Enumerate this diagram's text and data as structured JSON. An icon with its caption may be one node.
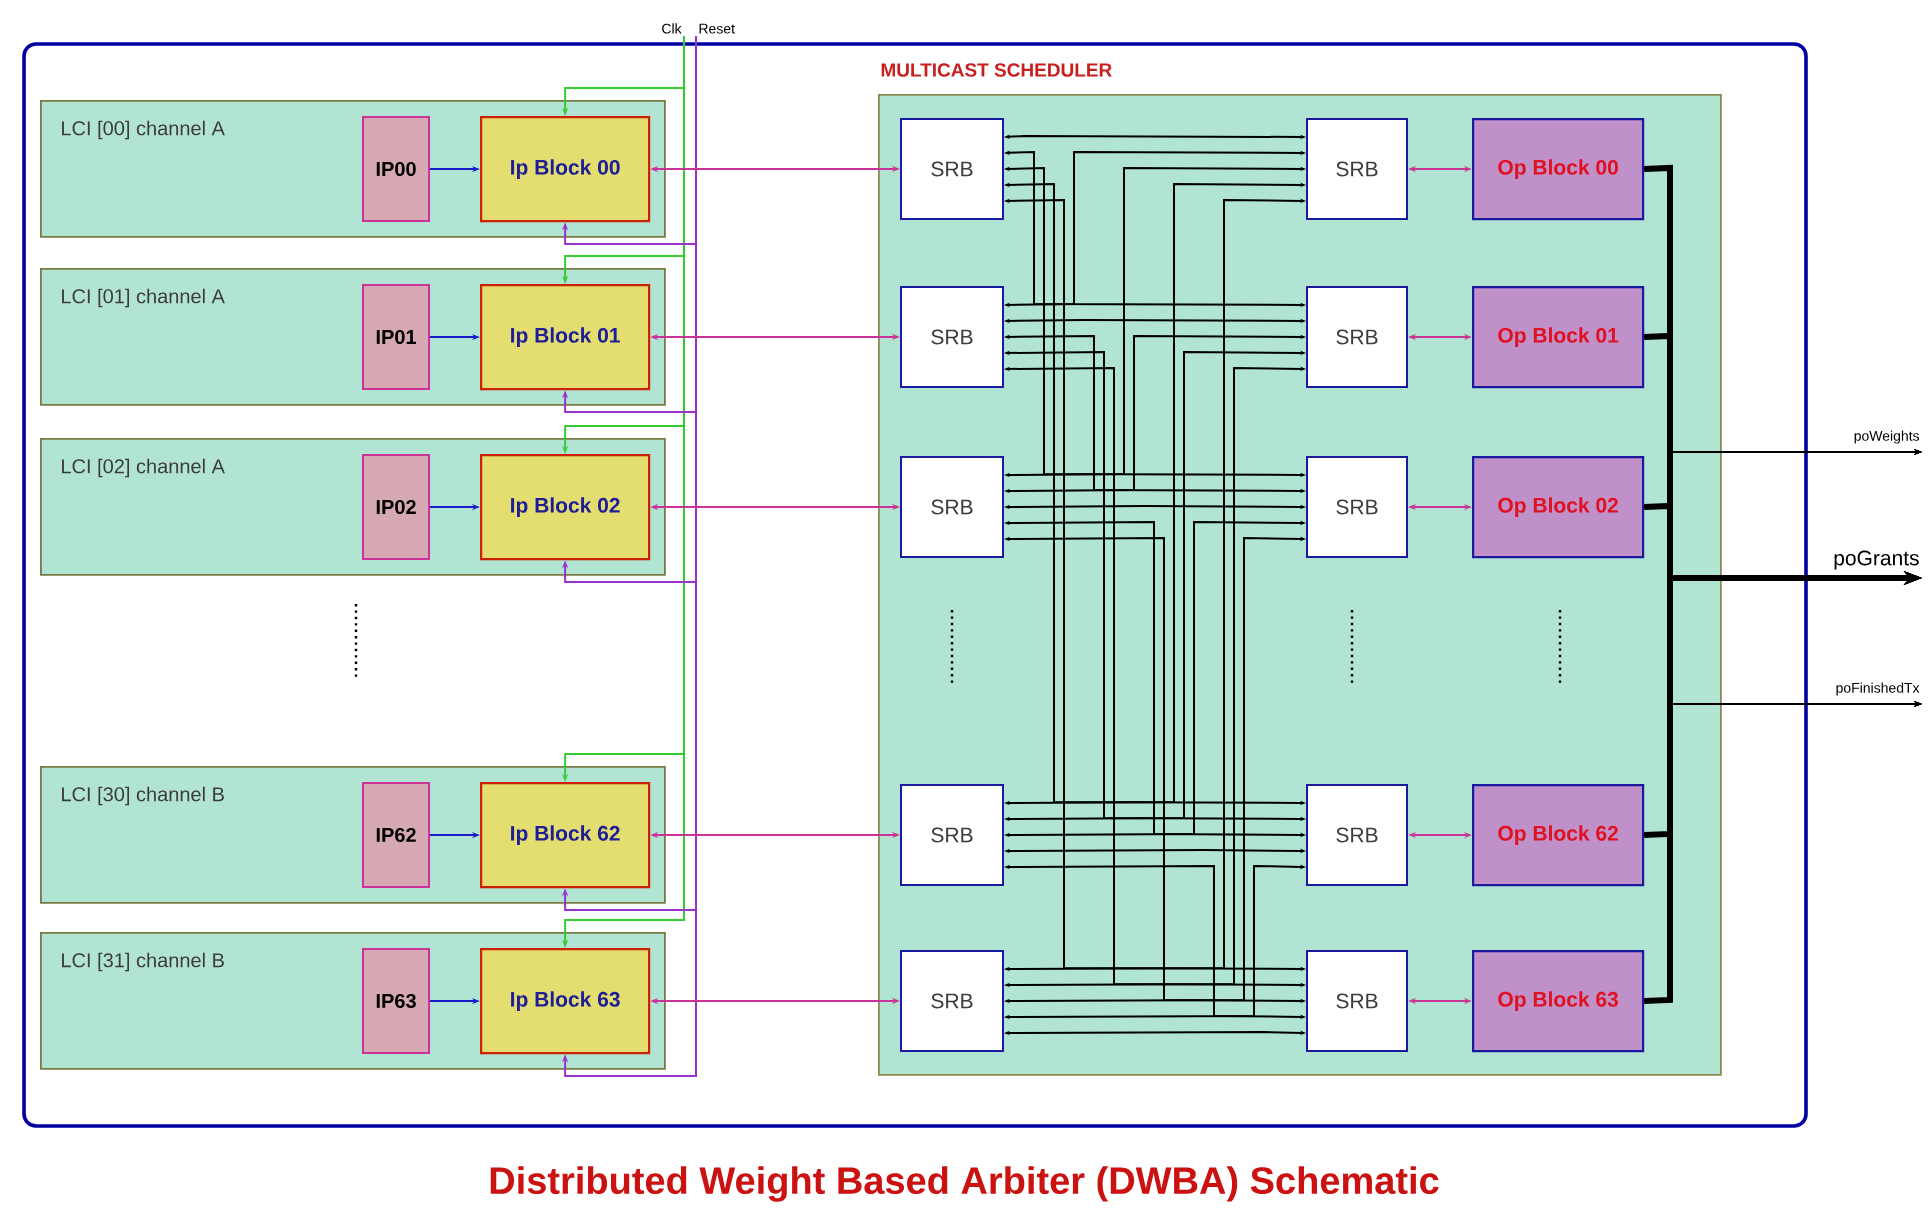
{
  "diagram": {
    "caption": "Distributed Weight Based Arbiter (DWBA) Schematic",
    "nodes": [
      {
        "text": [
          "Clk"
        ]
      },
      {
        "text": [
          "Reset"
        ]
      },
      {
        "text": [
          "LCI [00] channel A"
        ]
      },
      {
        "text": [
          "IP00"
        ],
        "in": 2
      },
      {
        "text": [
          "Ip Block 00"
        ],
        "in": 2
      },
      {
        "text": [
          "LCI [01] channel A"
        ]
      },
      {
        "text": [
          "IP01"
        ],
        "in": 5
      },
      {
        "text": [
          "Ip Block 01"
        ],
        "in": 5
      },
      {
        "text": [
          "LCI [02] channel A"
        ]
      },
      {
        "text": [
          "IP02"
        ],
        "in": 8
      },
      {
        "text": [
          "Ip Block 02"
        ],
        "in": 8
      },
      {
        "text": [
          "LCI [30] channel B"
        ]
      },
      {
        "text": [
          "IP62"
        ],
        "in": 11
      },
      {
        "text": [
          "Ip Block 62"
        ],
        "in": 11
      },
      {
        "text": [
          "LCI [31] channel B"
        ]
      },
      {
        "text": [
          "IP63"
        ],
        "in": 14
      },
      {
        "text": [
          "Ip Block 63"
        ],
        "in": 14
      },
      {
        "text": [
          "MULTICAST SCHEDULER"
        ]
      },
      {
        "text": [
          "SRB"
        ],
        "in": 17
      },
      {
        "text": [
          "SRB"
        ],
        "in": 17
      },
      {
        "text": [
          "Op Block 00"
        ],
        "in": 17
      },
      {
        "text": [
          "SRB"
        ],
        "in": 17
      },
      {
        "text": [
          "SRB"
        ],
        "in": 17
      },
      {
        "text": [
          "Op Block 01"
        ],
        "in": 17
      },
      {
        "text": [
          "SRB"
        ],
        "in": 17
      },
      {
        "text": [
          "SRB"
        ],
        "in": 17
      },
      {
        "text": [
          "Op Block 02"
        ],
        "in": 17
      },
      {
        "text": [
          "SRB"
        ],
        "in": 17
      },
      {
        "text": [
          "SRB"
        ],
        "in": 17
      },
      {
        "text": [
          "Op Block 62"
        ],
        "in": 17
      },
      {
        "text": [
          "SRB"
        ],
        "in": 17
      },
      {
        "text": [
          "SRB"
        ],
        "in": 17
      },
      {
        "text": [
          "Op Block 63"
        ],
        "in": 17
      },
      {
        "text": [
          "poWeights"
        ]
      },
      {
        "text": [
          "poGrants"
        ]
      },
      {
        "text": [
          "poFinishedTx"
        ]
      }
    ],
    "edges": [
      {
        "from": 3,
        "to": 4,
        "arrow": "to",
        "color": "#1a1acc"
      },
      {
        "from": 6,
        "to": 7,
        "arrow": "to",
        "color": "#1a1acc"
      },
      {
        "from": 9,
        "to": 10,
        "arrow": "to",
        "color": "#1a1acc"
      },
      {
        "from": 12,
        "to": 13,
        "arrow": "to",
        "color": "#1a1acc"
      },
      {
        "from": 15,
        "to": 16,
        "arrow": "to",
        "color": "#1a1acc"
      },
      {
        "from": 0,
        "to": 4,
        "arrow": "to",
        "color": "#33cc33"
      },
      {
        "from": 0,
        "to": 7,
        "arrow": "to",
        "color": "#33cc33"
      },
      {
        "from": 0,
        "to": 10,
        "arrow": "to",
        "color": "#33cc33"
      },
      {
        "from": 0,
        "to": 13,
        "arrow": "to",
        "color": "#33cc33"
      },
      {
        "from": 0,
        "to": 16,
        "arrow": "to",
        "color": "#33cc33"
      },
      {
        "from": 1,
        "to": 4,
        "arrow": "to",
        "color": "#9933cc"
      },
      {
        "from": 1,
        "to": 7,
        "arrow": "to",
        "color": "#9933cc"
      },
      {
        "from": 1,
        "to": 10,
        "arrow": "to",
        "color": "#9933cc"
      },
      {
        "from": 1,
        "to": 13,
        "arrow": "to",
        "color": "#9933cc"
      },
      {
        "from": 1,
        "to": 16,
        "arrow": "to",
        "color": "#9933cc"
      },
      {
        "from": 4,
        "to": 18,
        "arrow": "both",
        "color": "#cc3399"
      },
      {
        "from": 7,
        "to": 21,
        "arrow": "both",
        "color": "#cc3399"
      },
      {
        "from": 10,
        "to": 24,
        "arrow": "both",
        "color": "#cc3399"
      },
      {
        "from": 13,
        "to": 27,
        "arrow": "both",
        "color": "#cc3399"
      },
      {
        "from": 16,
        "to": 30,
        "arrow": "both",
        "color": "#cc3399"
      },
      {
        "from": 19,
        "to": 20,
        "arrow": "both",
        "color": "#cc3399"
      },
      {
        "from": 22,
        "to": 23,
        "arrow": "both",
        "color": "#cc3399"
      },
      {
        "from": 25,
        "to": 26,
        "arrow": "both",
        "color": "#cc3399"
      },
      {
        "from": 28,
        "to": 29,
        "arrow": "both",
        "color": "#cc3399"
      },
      {
        "from": 31,
        "to": 32,
        "arrow": "both",
        "color": "#cc3399"
      },
      {
        "from": 18,
        "to": 19,
        "arrow": "both"
      },
      {
        "from": 18,
        "to": 22,
        "arrow": "both"
      },
      {
        "from": 18,
        "to": 25,
        "arrow": "both"
      },
      {
        "from": 18,
        "to": 28,
        "arrow": "both"
      },
      {
        "from": 18,
        "to": 31,
        "arrow": "both"
      },
      {
        "from": 21,
        "to": 19,
        "arrow": "both"
      },
      {
        "from": 21,
        "to": 22,
        "arrow": "both"
      },
      {
        "from": 21,
        "to": 25,
        "arrow": "both"
      },
      {
        "from": 21,
        "to": 28,
        "arrow": "both"
      },
      {
        "from": 21,
        "to": 31,
        "arrow": "both"
      },
      {
        "from": 24,
        "to": 19,
        "arrow": "both"
      },
      {
        "from": 24,
        "to": 22,
        "arrow": "both"
      },
      {
        "from": 24,
        "to": 25,
        "arrow": "both"
      },
      {
        "from": 24,
        "to": 28,
        "arrow": "both"
      },
      {
        "from": 24,
        "to": 31,
        "arrow": "both"
      },
      {
        "from": 27,
        "to": 19,
        "arrow": "both"
      },
      {
        "from": 27,
        "to": 22,
        "arrow": "both"
      },
      {
        "from": 27,
        "to": 25,
        "arrow": "both"
      },
      {
        "from": 27,
        "to": 28,
        "arrow": "both"
      },
      {
        "from": 27,
        "to": 31,
        "arrow": "both"
      },
      {
        "from": 30,
        "to": 19,
        "arrow": "both"
      },
      {
        "from": 30,
        "to": 22,
        "arrow": "both"
      },
      {
        "from": 30,
        "to": 25,
        "arrow": "both"
      },
      {
        "from": 30,
        "to": 28,
        "arrow": "both"
      },
      {
        "from": 30,
        "to": 31,
        "arrow": "both"
      },
      {
        "from": 20,
        "to": 33,
        "arrow": "to"
      },
      {
        "from": 20,
        "to": 34,
        "arrow": "to",
        "style": "thick"
      },
      {
        "from": 20,
        "to": 35,
        "arrow": "to"
      },
      {
        "from": 23,
        "to": 33,
        "arrow": "to"
      },
      {
        "from": 23,
        "to": 34,
        "arrow": "to",
        "style": "thick"
      },
      {
        "from": 23,
        "to": 35,
        "arrow": "to"
      },
      {
        "from": 26,
        "to": 33,
        "arrow": "to"
      },
      {
        "from": 26,
        "to": 34,
        "arrow": "to",
        "style": "thick"
      },
      {
        "from": 26,
        "to": 35,
        "arrow": "to"
      },
      {
        "from": 29,
        "to": 33,
        "arrow": "to"
      },
      {
        "from": 29,
        "to": 34,
        "arrow": "to",
        "style": "thick"
      },
      {
        "from": 29,
        "to": 35,
        "arrow": "to"
      },
      {
        "from": 32,
        "to": 33,
        "arrow": "to"
      },
      {
        "from": 32,
        "to": 34,
        "arrow": "to",
        "style": "thick"
      },
      {
        "from": 32,
        "to": 35,
        "arrow": "to"
      }
    ]
  }
}
